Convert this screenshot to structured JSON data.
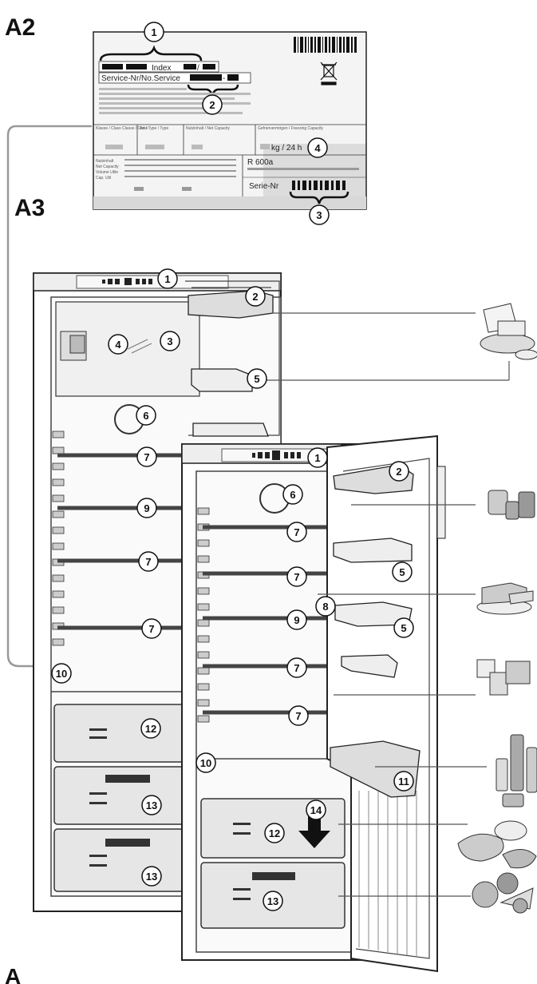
{
  "section_labels": {
    "a2": "A2",
    "a3": "A3",
    "a": "A"
  },
  "label_plate": {
    "index_text": "Index",
    "service_text": "Service-Nr/No.Service",
    "capacity_unit": "kg / 24 h",
    "serial_text": "Serie-Nr",
    "rating_text": "R 600a",
    "header_cols": [
      "Klasse / Class Classe / Class",
      "Art / Type / Type",
      "Nutzinhalt / Net Capacity",
      "Gefriervermögen / Freezing Capacity"
    ],
    "row_labels": [
      "Nutzinhalt",
      "Net Capacity",
      "Volume Utile",
      "Cap. Util"
    ],
    "callouts": [
      "1",
      "2",
      "3",
      "4"
    ]
  },
  "callouts_left": [
    "1",
    "2",
    "3",
    "4",
    "5",
    "6",
    "7",
    "9",
    "7",
    "7",
    "10",
    "12",
    "13",
    "13"
  ],
  "callouts_right": [
    "1",
    "2",
    "6",
    "7",
    "7",
    "8",
    "9",
    "7",
    "7",
    "5",
    "5",
    "10",
    "11",
    "14",
    "12",
    "13"
  ],
  "colors": {
    "line": "#222222",
    "panel": "#f2f2f2",
    "shelf": "#555555",
    "drawer": "#e2e2e2"
  }
}
